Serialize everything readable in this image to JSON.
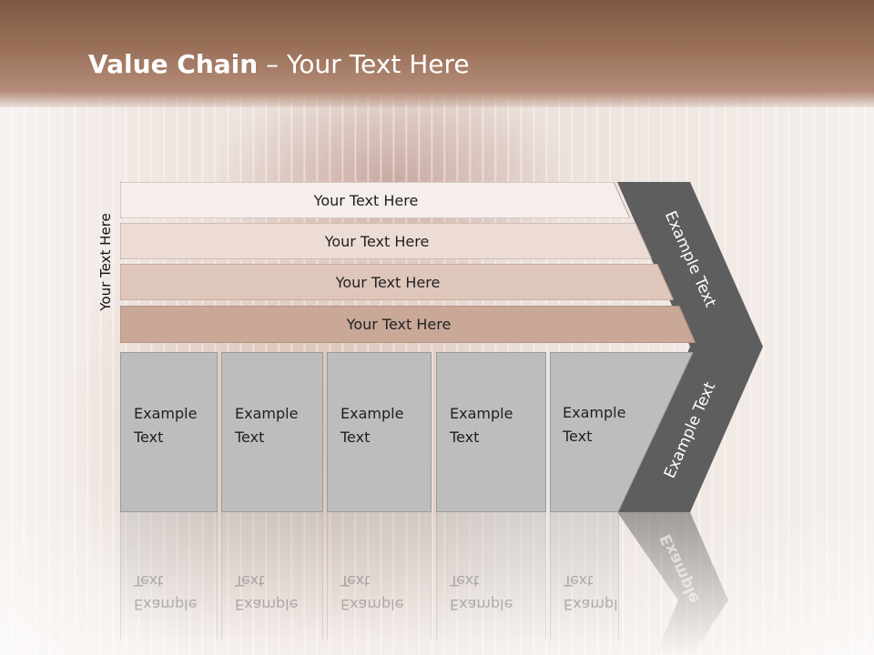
{
  "slide": {
    "title_bold": "Value Chain",
    "title_rest": " – Your Text Here",
    "side_label": "Your Text Here"
  },
  "rows": [
    {
      "label": "Your Text Here",
      "fill": "#f6eeeb"
    },
    {
      "label": "Your Text Here",
      "fill": "#ecdcd5"
    },
    {
      "label": "Your Text Here",
      "fill": "#dfc6ba"
    },
    {
      "label": "Your Text Here",
      "fill": "#c9a898"
    }
  ],
  "boxes": [
    {
      "line1": "Example",
      "line2": "Text"
    },
    {
      "line1": "Example",
      "line2": "Text"
    },
    {
      "line1": "Example",
      "line2": "Text"
    },
    {
      "line1": "Example",
      "line2": "Text"
    },
    {
      "line1": "Example",
      "line2": "Text"
    }
  ],
  "chevron": {
    "top_label": "Example Text",
    "bottom_label": "Example Text",
    "reflection_label": "Example",
    "fill": "#5e5e5e"
  },
  "colors": {
    "header": "#9a7059",
    "box_fill": "#bdbdbd"
  }
}
